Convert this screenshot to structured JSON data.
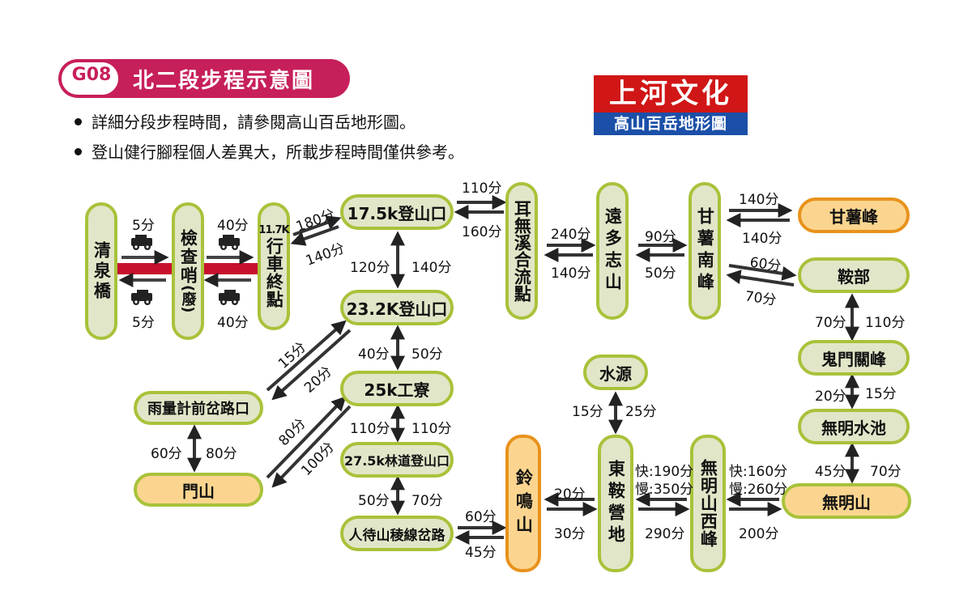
{
  "header": {
    "code": "G08",
    "title": "北二段步程示意圖",
    "bullets": [
      "詳細分段步程時間，請參閱高山百岳地形圖。",
      "登山健行腳程個人差異大，所載步程時間僅供參考。"
    ]
  },
  "logo": {
    "brand": "上河文化",
    "subtitle": "高山百岳地形圖"
  },
  "colors": {
    "title_accent": "#c71f5b",
    "node_border": "#a8c23a",
    "node_fill": "#e2e6c8",
    "peak_fill": "#fbd58f",
    "peak_border": "#e8921c",
    "road": "#c8102e",
    "logo_red": "#d01616",
    "logo_blue": "#1b4fa8"
  },
  "icons": {
    "vehicle": "jeep-icon",
    "arrow": "double-arrow-icon"
  },
  "nodes": {
    "qingquan": "清泉橋",
    "jiancha": "檢查哨",
    "jiancha_note": "(廢)",
    "km_11_7": "11.7K",
    "road_end": "行車終點",
    "k17_5": "17.5k登山口",
    "k23_2": "23.2K登山口",
    "k25": "25k工寮",
    "k27_5": "27.5k林道登山口",
    "renshi": "人待山稜線岔路",
    "yuliang": "雨量計前岔路口",
    "menshan": "門山",
    "er_wuxi": "耳無溪合流點",
    "yuanduozhi": "遠多志山",
    "ganshunan": "甘薯南峰",
    "ganshu": "甘薯峰",
    "anbu": "鞍部",
    "guimen": "鬼門關峰",
    "wuming_pond": "無明水池",
    "wuming": "無明山",
    "wuming_west": "無明山西峰",
    "dongan": "東鞍營地",
    "shuiyuan": "水源",
    "lingming": "鈴鳴山"
  },
  "times": {
    "qq_jc_fwd": "5分",
    "qq_jc_back": "5分",
    "jc_end_fwd": "40分",
    "jc_end_back": "40分",
    "end_17_up": "180分",
    "end_17_down": "140分",
    "k17_23_down": "120分",
    "k17_23_up": "140分",
    "k23_25_down": "40分",
    "k23_25_up": "50分",
    "k25_27_down": "110分",
    "k25_27_up": "110分",
    "k27_rs_down": "50分",
    "k27_rs_up": "70分",
    "rs_ling_fwd": "60分",
    "rs_ling_back": "45分",
    "yl_23_up": "15分",
    "yl_23_down": "20分",
    "mn_25_up": "80分",
    "mn_25_down": "100分",
    "yl_mn_down": "60分",
    "yl_mn_up": "80分",
    "k17_er_fwd": "110分",
    "k17_er_back": "160分",
    "er_yd_fwd": "240分",
    "er_yd_back": "140分",
    "yd_gsn_fwd": "90分",
    "yd_gsn_back": "50分",
    "gsn_gs_fwd": "140分",
    "gsn_gs_back": "140分",
    "gsn_an_fwd": "60分",
    "gsn_an_back": "70分",
    "an_gm_down": "70分",
    "an_gm_up": "110分",
    "gm_pond_down": "20分",
    "gm_pond_up": "15分",
    "pond_wm_down": "45分",
    "pond_wm_up": "70分",
    "wm_west_fast": "快:160分",
    "wm_west_slow": "慢:260分",
    "wm_west_back": "200分",
    "west_dong_fast": "快:190分",
    "west_dong_slow": "慢:350分",
    "west_dong_back": "290分",
    "dong_ling_fwd": "20分",
    "dong_ling_back": "30分",
    "dong_shui_up": "15分",
    "dong_shui_down": "25分"
  }
}
